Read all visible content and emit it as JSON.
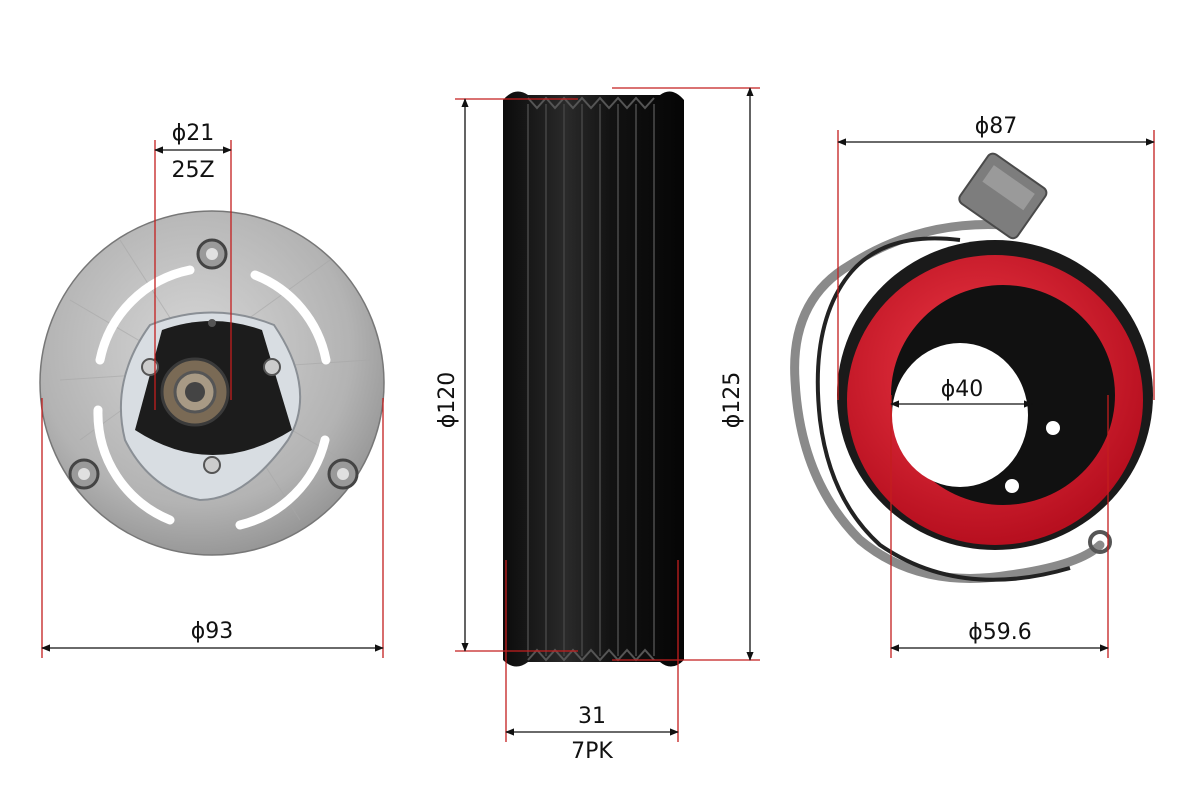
{
  "dimensions": {
    "hub_shaft_diameter": "ϕ21",
    "hub_spline": "25Z",
    "hub_plate_diameter": "ϕ93",
    "pulley_inner_diameter": "ϕ120",
    "pulley_outer_diameter": "ϕ125",
    "pulley_width": "31",
    "pulley_belt_type": "7PK",
    "coil_outer_diameter": "ϕ87",
    "coil_bore_diameter": "ϕ40",
    "coil_ring_diameter": "ϕ59.6"
  },
  "colors": {
    "dimension_line": "#111111",
    "extension_line": "#c41e1e",
    "coil_red": "#d8182a",
    "pulley_black": "#151515",
    "hub_metal": "#b9b9b9"
  }
}
